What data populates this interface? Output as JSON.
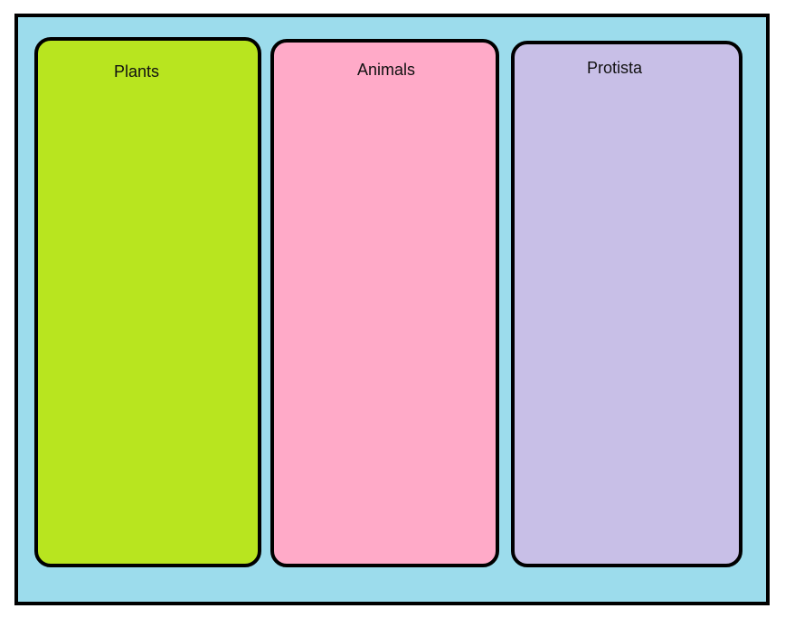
{
  "colors": {
    "background": "#9cdcec",
    "border": "#000000"
  },
  "columns": [
    {
      "label": "Plants",
      "color": "#b8e51f"
    },
    {
      "label": "Animals",
      "color": "#ffaac8"
    },
    {
      "label": "Protista",
      "color": "#c8bfe7"
    }
  ]
}
